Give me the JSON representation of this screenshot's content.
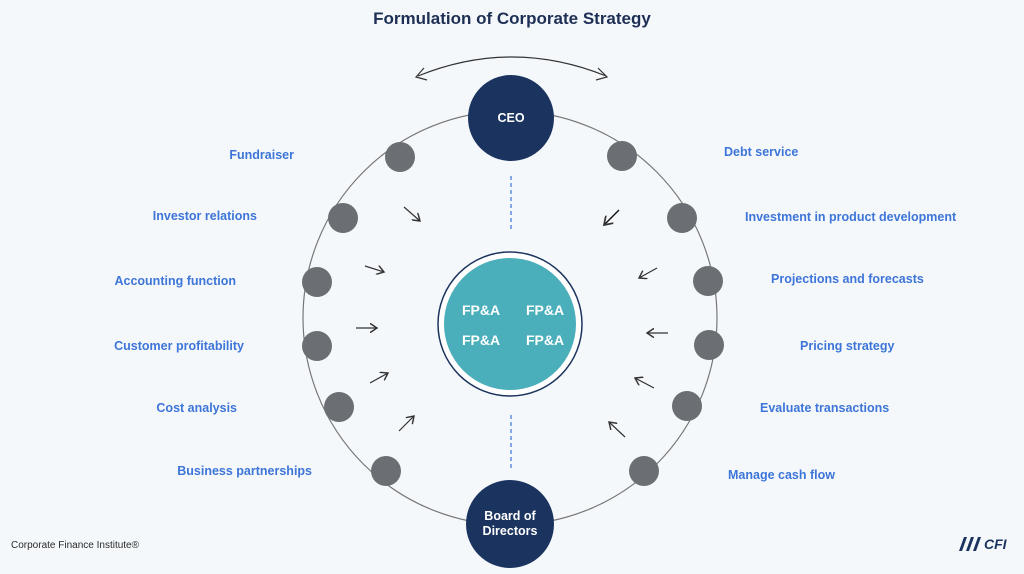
{
  "title": "Formulation of Corporate Strategy",
  "ceo_label": "CEO",
  "board_label": "Board of Directors",
  "fpa": [
    "FP&A",
    "FP&A",
    "FP&A",
    "FP&A"
  ],
  "left_items": [
    "Fundraiser",
    "Investor relations",
    "Accounting function",
    "Customer profitability",
    "Cost analysis",
    "Business partnerships"
  ],
  "right_items": [
    "Debt service",
    "Investment in product development",
    "Projections and forecasts",
    "Pricing strategy",
    "Evaluate transactions",
    "Manage cash flow"
  ],
  "footer": "Corporate Finance Institute®",
  "logo_text": "CFI",
  "colors": {
    "navy": "#1b345f",
    "teal": "#4aaebb",
    "label_blue": "#3d75d8",
    "node_gray": "#6b6e72"
  }
}
